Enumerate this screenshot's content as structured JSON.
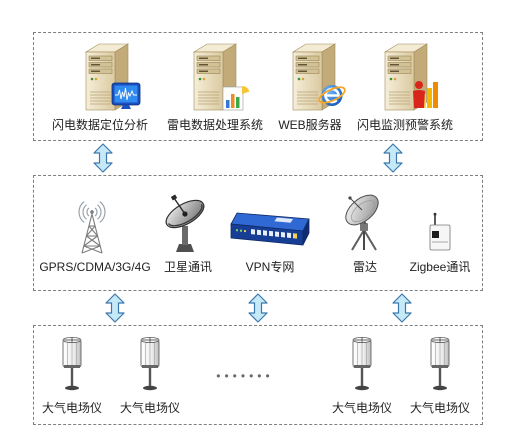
{
  "diagram": {
    "servers": [
      {
        "label": "闪电数据定位分析",
        "icon": "server-waveform-monitor-icon"
      },
      {
        "label": "雷电数据处理系统",
        "icon": "server-chart-icon"
      },
      {
        "label": "WEB服务器",
        "icon": "server-web-globe-icon"
      },
      {
        "label": "闪电监测预警系统",
        "icon": "server-alert-figure-icon"
      }
    ],
    "network": [
      {
        "label": "GPRS/CDMA/3G/4G",
        "icon": "antenna-tower-icon"
      },
      {
        "label": "卫星通讯",
        "icon": "satellite-dish-icon"
      },
      {
        "label": "VPN专网",
        "icon": "network-router-icon"
      },
      {
        "label": "雷达",
        "icon": "radar-dish-icon"
      },
      {
        "label": "Zigbee通讯",
        "icon": "zigbee-device-icon"
      }
    ],
    "sensors": {
      "items": [
        {
          "label": "大气电场仪",
          "icon": "field-mill-sensor-icon"
        },
        {
          "label": "大气电场仪",
          "icon": "field-mill-sensor-icon"
        },
        {
          "label": "大气电场仪",
          "icon": "field-mill-sensor-icon"
        },
        {
          "label": "大气电场仪",
          "icon": "field-mill-sensor-icon"
        }
      ],
      "ellipsis": "•••••••"
    },
    "connectors": {
      "icon": "double-arrow-icon"
    }
  },
  "colors": {
    "frame_border": "#7f7f7f",
    "arrow_fill": "#c6e9f8",
    "arrow_stroke": "#3a78ad",
    "label_text": "#222222",
    "router_body": "#3169d4"
  }
}
